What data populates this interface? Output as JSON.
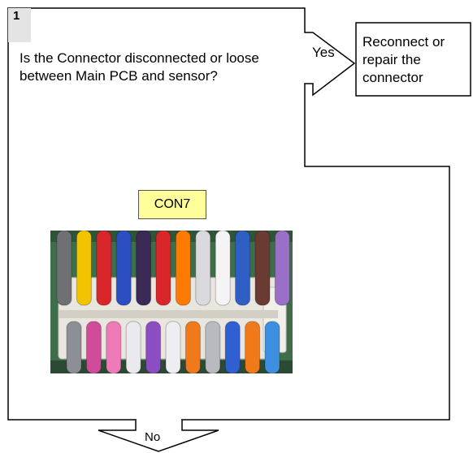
{
  "step": {
    "number": "1"
  },
  "question": "Is the Connector disconnected or loose between Main PCB and sensor?",
  "branches": {
    "yes": {
      "label": "Yes",
      "action": "Reconnect or repair the connector"
    },
    "no": {
      "label": "No"
    }
  },
  "connector": {
    "label": "CON7"
  },
  "colors": {
    "line": "#000000",
    "badge": "#e4e4e4",
    "tag_fill": "#ffff99",
    "pcb": "#3f6f4a",
    "housing": "#e9e6df"
  },
  "photo": {
    "description_icon": "connector-photo",
    "top_row_wires": [
      "#6f7073",
      "#f2c400",
      "#d8262b",
      "#2b4fc0",
      "#3a2a55",
      "#d8262b",
      "#ff7a00",
      "#d9d9de",
      "#f4f4f4",
      "#2f5fc4",
      "#6a3b32",
      "#9a6fc6"
    ],
    "bottom_row_wires": [
      "#8e8f96",
      "#d04c9a",
      "#f07ab8",
      "#e9e9ee",
      "#8b4dc2",
      "#ededf2",
      "#f07a1a",
      "#b9b9c0",
      "#2f5fd0",
      "#f07a1a",
      "#3f8fe0"
    ]
  }
}
